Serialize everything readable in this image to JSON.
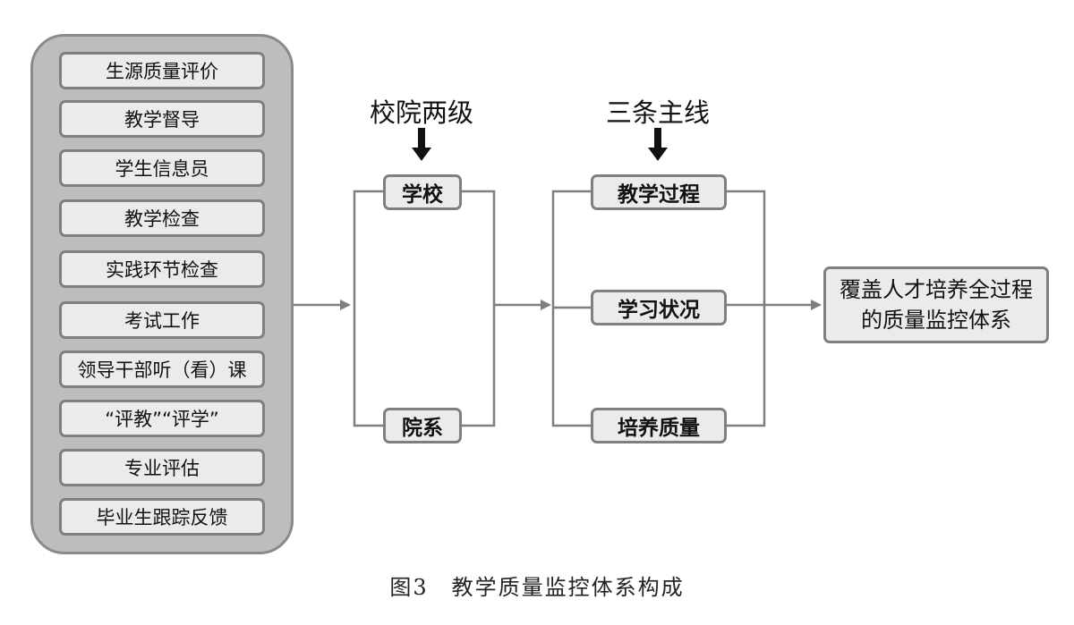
{
  "sources": [
    "生源质量评价",
    "教学督导",
    "学生信息员",
    "教学检查",
    "实践环节检查",
    "考试工作",
    "领导干部听（看）课",
    "“评教”“评学”",
    "专业评估",
    "毕业生跟踪反馈"
  ],
  "levels": {
    "heading": "校院两级",
    "items": [
      "学校",
      "院系"
    ]
  },
  "mainlines": {
    "heading": "三条主线",
    "items": [
      "教学过程",
      "学习状况",
      "培养质量"
    ]
  },
  "result": "覆盖人才培养全过程的质量监控体系",
  "caption": "图3　教学质量监控体系构成"
}
